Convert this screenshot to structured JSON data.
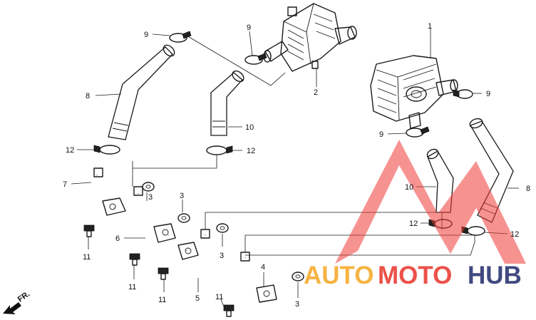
{
  "callouts": {
    "c1": "1",
    "c2": "2",
    "c3a": "3",
    "c3b": "3",
    "c3c": "3",
    "c3d": "3",
    "c4": "4",
    "c5": "5",
    "c6": "6",
    "c7": "7",
    "c8a": "8",
    "c8b": "8",
    "c9a": "9",
    "c9b": "9",
    "c9c": "9",
    "c9d": "9",
    "c10a": "10",
    "c10b": "10",
    "c11a": "11",
    "c11b": "11",
    "c11c": "11",
    "c11d": "11",
    "c12a": "12",
    "c12b": "12",
    "c12c": "12",
    "c12d": "12"
  },
  "direction_label": "FR.",
  "watermark": {
    "word_auto": "AUTO",
    "word_moto": "MOTO",
    "word_hub": "HUB",
    "color_auto": "#f5a623",
    "color_moto": "#e8332a",
    "color_hub": "#1f2a6b",
    "logo_color": "#ef3b36"
  }
}
